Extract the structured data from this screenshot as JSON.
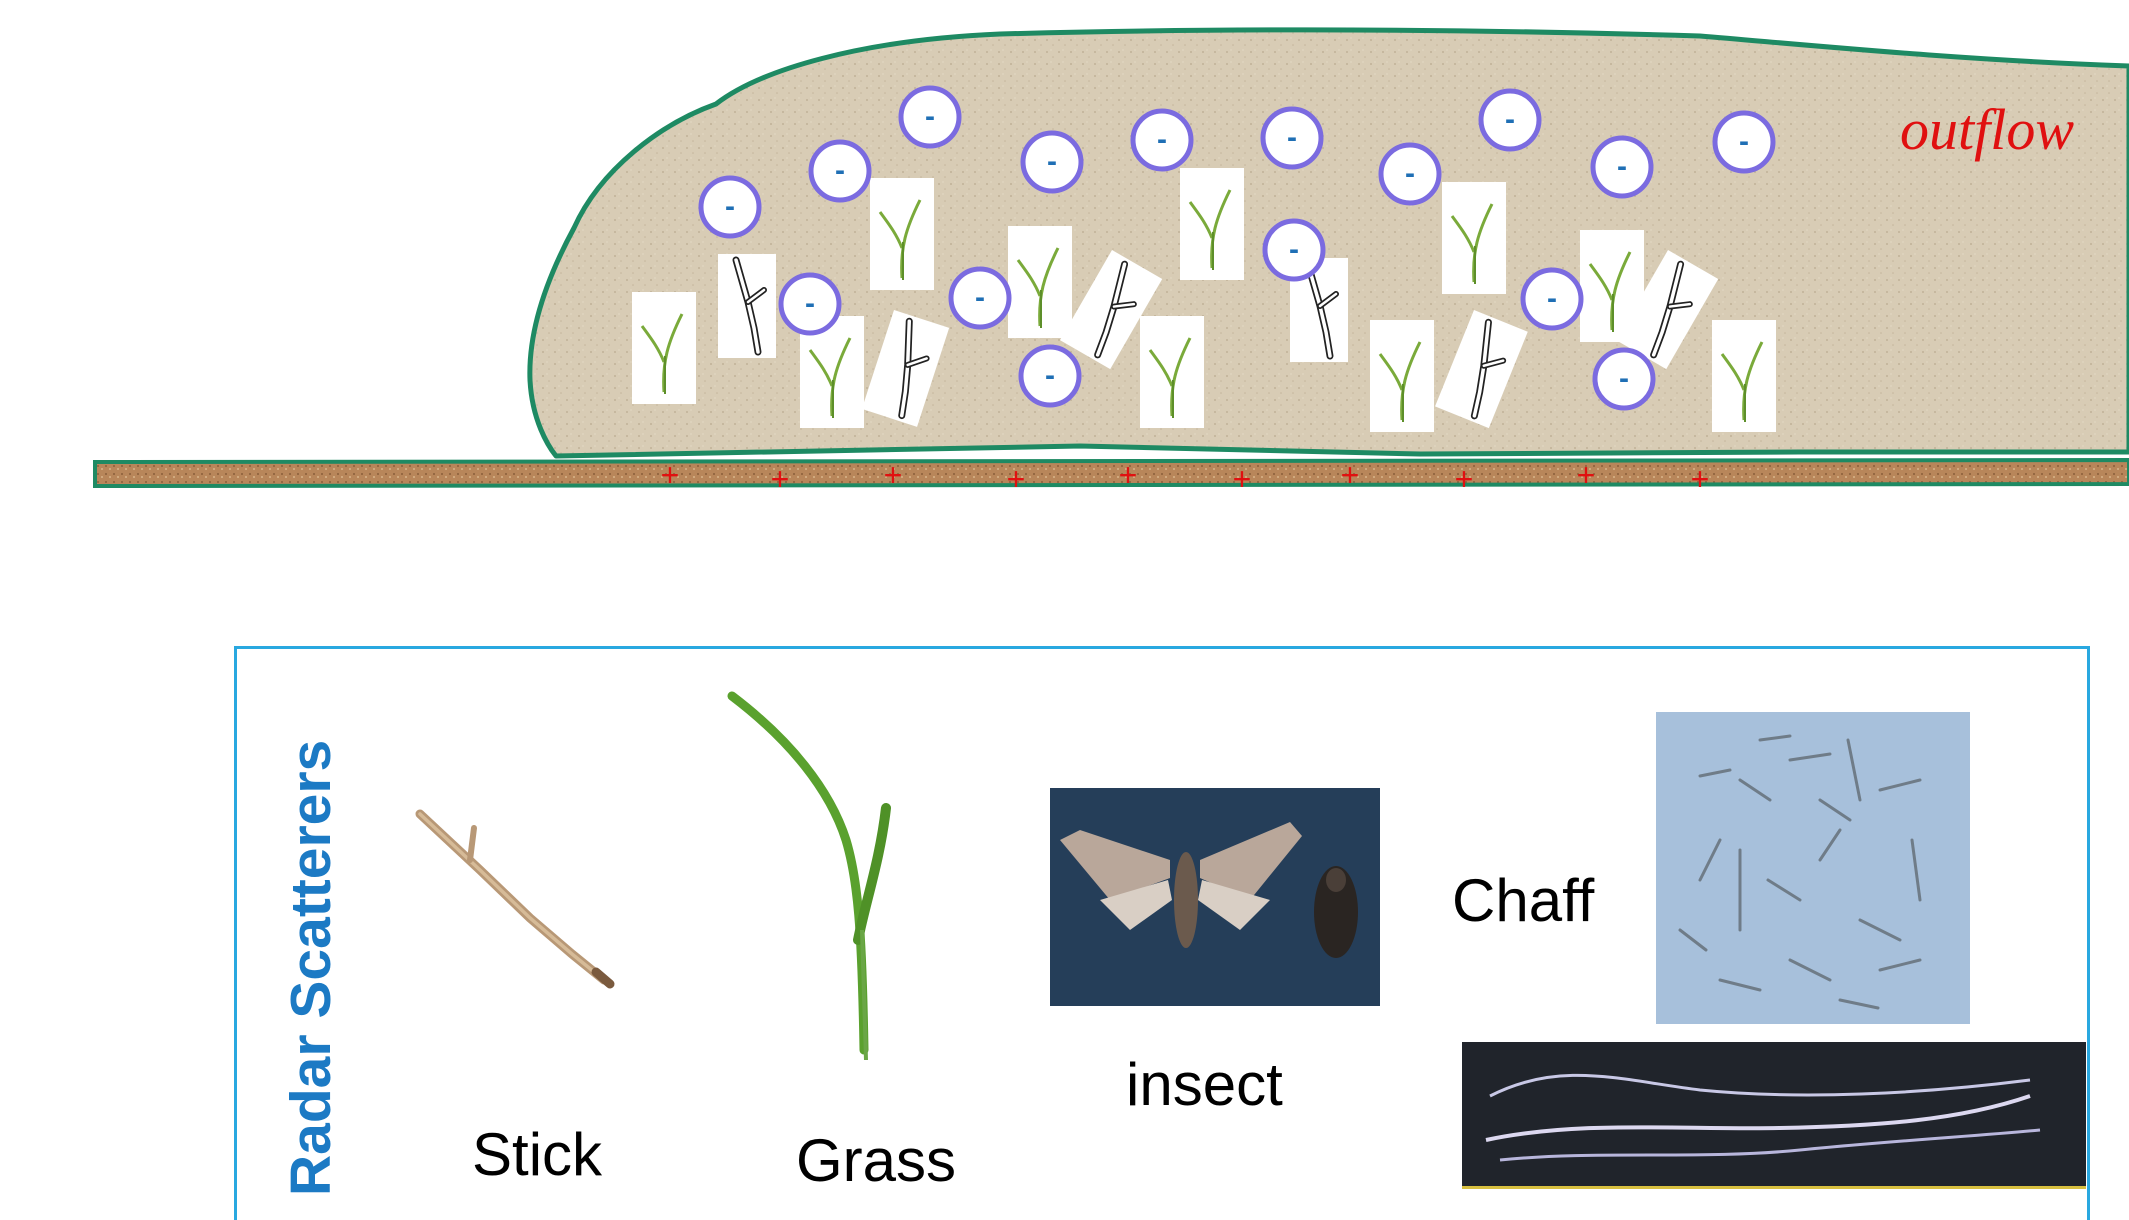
{
  "diagram": {
    "outflow_label": "outflow",
    "negative_charge_symbol": "-",
    "positive_charge_symbol": "+",
    "colors": {
      "outflow_border": "#1e8a63",
      "outflow_fill": "#d8ccb5",
      "ground_fill": "#b8865a",
      "negative_circle": "#7b6be0",
      "negative_sign": "#1f6fb5",
      "positive_sign": "#e01010",
      "panel_border": "#29a8e0",
      "panel_title": "#1c7ac4"
    }
  },
  "scatterers": {
    "title": "Radar Scatterers",
    "stick_label": "Stick",
    "grass_label": "Grass",
    "insect_label": "insect",
    "chaff_label": "Chaff"
  }
}
